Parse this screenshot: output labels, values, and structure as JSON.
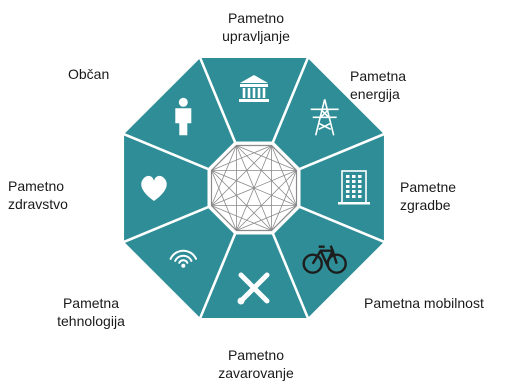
{
  "diagram": {
    "colors": {
      "segment": "#2e8d96",
      "divider": "#ffffff",
      "icon": "#ffffff",
      "center_line": "#8a8a8a",
      "center_fill": "#ffffff",
      "label": "#1a1a1a"
    },
    "center_icon": "connected-network-octagon",
    "segments": [
      {
        "id": "governance",
        "label_lines": [
          "Pametno",
          "upravljanje"
        ],
        "icon": "government-building-icon"
      },
      {
        "id": "energy",
        "label_lines": [
          "Pametna",
          "energija"
        ],
        "icon": "power-pylon-icon"
      },
      {
        "id": "buildings",
        "label_lines": [
          "Pametne",
          "zgradbe"
        ],
        "icon": "office-building-icon"
      },
      {
        "id": "mobility",
        "label_lines": [
          "Pametna mobilnost"
        ],
        "icon": "bicycle-icon"
      },
      {
        "id": "security",
        "label_lines": [
          "Pametno",
          "zavarovanje"
        ],
        "icon": "crossed-tools-icon"
      },
      {
        "id": "technology",
        "label_lines": [
          "Pametna",
          "tehnologija"
        ],
        "icon": "wifi-icon"
      },
      {
        "id": "health",
        "label_lines": [
          "Pametno",
          "zdravstvo"
        ],
        "icon": "heart-icon"
      },
      {
        "id": "citizen",
        "label_lines": [
          "Občan"
        ],
        "icon": "person-icon"
      }
    ]
  }
}
